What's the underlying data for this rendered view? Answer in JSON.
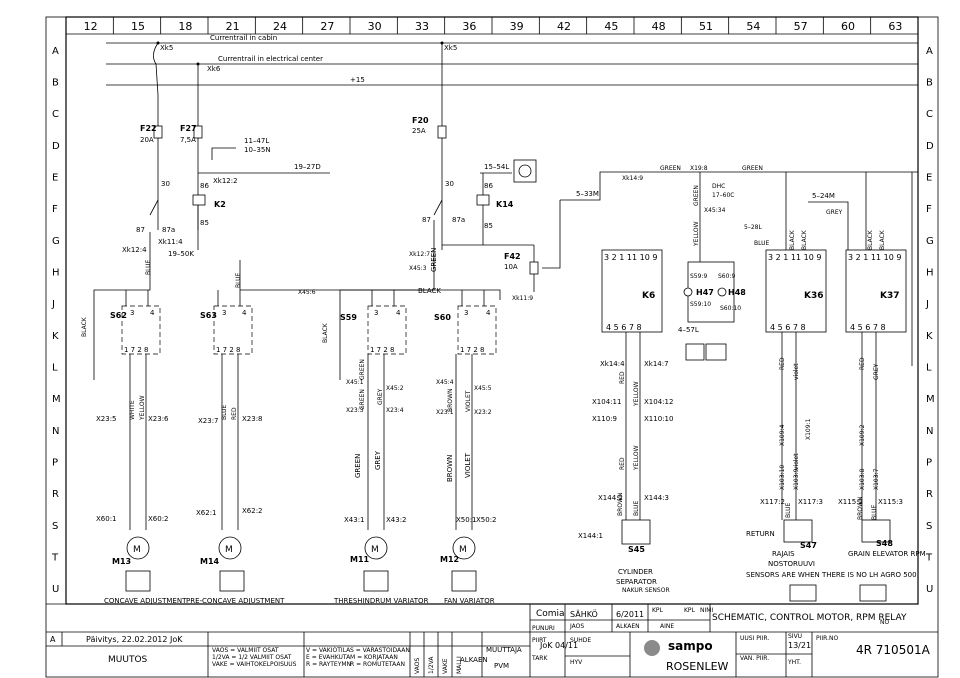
{
  "columns": [
    "12",
    "15",
    "18",
    "21",
    "24",
    "27",
    "30",
    "33",
    "36",
    "39",
    "42",
    "45",
    "48",
    "51",
    "54",
    "57",
    "60",
    "63"
  ],
  "rows": [
    "A",
    "B",
    "C",
    "D",
    "E",
    "F",
    "G",
    "H",
    "J",
    "K",
    "L",
    "M",
    "N",
    "P",
    "R",
    "S",
    "T",
    "U"
  ],
  "rails": {
    "cabin": "Currentrail in cabin",
    "center": "Currentrail in electrical center",
    "xk5_left": "Xk5",
    "xk5_right": "Xk5",
    "xk6": "Xk6",
    "plus15": "+15"
  },
  "fuses": [
    {
      "id": "F22",
      "rating": "20A"
    },
    {
      "id": "F27",
      "rating": "7,5A"
    },
    {
      "id": "F20",
      "rating": "25A"
    },
    {
      "id": "F42",
      "rating": "10A"
    }
  ],
  "relays": {
    "k2": {
      "id": "K2",
      "t30": "30",
      "t86": "86",
      "t87": "87",
      "t87a": "87a",
      "t85": "85"
    },
    "k14": {
      "id": "K14",
      "t30": "30",
      "t86": "86",
      "t87": "87",
      "t87a": "87a",
      "t85": "85"
    }
  },
  "refs": {
    "r1": "11–47L",
    "r2": "10–35N",
    "r3": "19–27D",
    "r4": "15–54L",
    "r5": "5–33M",
    "r6": "19–50K",
    "r7": "5–24M",
    "r8": "5–28L",
    "r9": "4–57L",
    "r10": "17–60C"
  },
  "connectors": {
    "xk122": "Xk12:2",
    "xk124": "Xk12:4",
    "xk114": "Xk11:4",
    "xk127": "Xk12:7",
    "xk453": "X45:3",
    "xk456": "X45:6",
    "xk119": "Xk11:9",
    "xk149": "Xk14:9",
    "x198": "X19:8",
    "x4534": "X45:34",
    "xk144": "Xk14:4",
    "xk147": "Xk14:7",
    "x10411": "X104:11",
    "x10412": "X104:12",
    "x1109": "X110:9",
    "x11010": "X110:10",
    "x1442": "X144:2",
    "x1443": "X144:3",
    "x1441": "X144:1",
    "x235": "X23:5",
    "x236": "X23:6",
    "x237": "X23:7",
    "x238": "X23:8",
    "x451": "X45:1",
    "x452": "X45:2",
    "x233": "X23:3",
    "x234": "X23:4",
    "x454": "X45:4",
    "x455": "X45:5",
    "x231": "X23:1",
    "x232": "X23:2",
    "x601": "X60:1",
    "x602": "X60:2",
    "x621": "X62:1",
    "x622": "X62:2",
    "x431": "X43:1",
    "x432": "X43:2",
    "x501": "X50:1",
    "x502": "X50:2",
    "x1172": "X117:2",
    "x1173": "X117:3",
    "x1152": "X115:2",
    "x1153": "X115:3",
    "x599": "S59:9",
    "x5910": "S59:10",
    "x609": "S60:9",
    "x6010": "S60:10",
    "x1094": "X109:4",
    "x1091": "X109:1",
    "x10910": "X103:10",
    "x1039": "X103:9",
    "x1092": "X109:2",
    "x1098": "X103:8",
    "x1037": "X103:7"
  },
  "wires": {
    "green": "GREEN",
    "blue": "BLUE",
    "black": "BLACK",
    "white": "WHITE",
    "yellow": "YELLOW",
    "red": "RED",
    "grey": "GREY",
    "brown": "BROWN",
    "violet": "VIOLET",
    "violet_lc": "violet"
  },
  "switches": [
    "S62",
    "S63",
    "S59",
    "S60"
  ],
  "motors": [
    {
      "id": "M13",
      "label": "CONCAVE ADJUSTMENT"
    },
    {
      "id": "M14",
      "label": "PRE-CONCAVE ADJUSTMENT"
    },
    {
      "id": "M11",
      "label": "THRESHINDRUM VARIATOR"
    },
    {
      "id": "M12",
      "label": "FAN VARIATOR"
    }
  ],
  "modules": {
    "k6": "K6",
    "k36": "K36",
    "k37": "K37",
    "pins_top": "3 2 1 11 10 9",
    "pins_bottom": "4 5 6 7 8",
    "h47": "H47",
    "h48": "H48",
    "dhc": "DHC"
  },
  "sensors": {
    "s45": "S45",
    "s45_label1": "CYLINDER",
    "s45_label2": "SEPARATOR",
    "s47": "S47",
    "s47_label1": "RAJAIS",
    "s47_label2": "NOSTORUUVI",
    "s48": "S48",
    "s48_label": "GRAIN ELEVATOR RPM",
    "return": "RETURN",
    "note": "SENSORS ARE WHEN THERE IS NO LH AGRO 500",
    "nakur": "NAKUR SENSOR"
  },
  "titleblock": {
    "rev_letter": "A",
    "rev_text": "Päivitys, 22.02.2012 JoK",
    "muutos": "MUUTOS",
    "legend1": "VAOS = VALMIIT OSAT",
    "legend2": "1/2VA = 1/2 VALMIIT OSAT",
    "legend3": "VAKE = VAIHTOKELPOISUUS",
    "legend4": "V = VAKIOTILA",
    "legend5": "E = EVAHKUTA",
    "legend6": "R = RAYTEYMN",
    "legend7": "S = VARASTOIDAAN",
    "legend8": "M = KORJATAAN",
    "legend9": "R = ROMUTETAAN",
    "col_vaos": "VAOS",
    "col_12va": "1/2VA",
    "col_vake": "VAKE",
    "col_mali": "MALLI",
    "col_alkaen": "ALKAEN",
    "muuttaja": "MUUTTAJA",
    "pvm": "PVM",
    "company": "Comia",
    "dept": "SÄHKÖ",
    "date": "6/2011",
    "punuri": "PUNURI",
    "jaos": "JAOS",
    "alkaen2": "ALKAEN",
    "aine": "AINE",
    "piirt": "PIIRT",
    "piirt_val": "JoK 04/11",
    "tark": "TARK",
    "suhde": "SUHDE",
    "hyv": "HYV",
    "kpl": "KPL",
    "nimi": "NIMI",
    "title": "SCHEMATIC, CONTROL MOTOR, RPM RELAY",
    "no": "NO",
    "logo": "sampo",
    "logo2": "ROSENLEW",
    "uusi": "UUSI PIIR.",
    "vanha": "VAN. PIIR.",
    "sivu_label": "SIVU",
    "sivu": "13/21",
    "yht": "YHT.",
    "piirno": "PIIR.NO",
    "drawing_no": "4R 710501A"
  }
}
